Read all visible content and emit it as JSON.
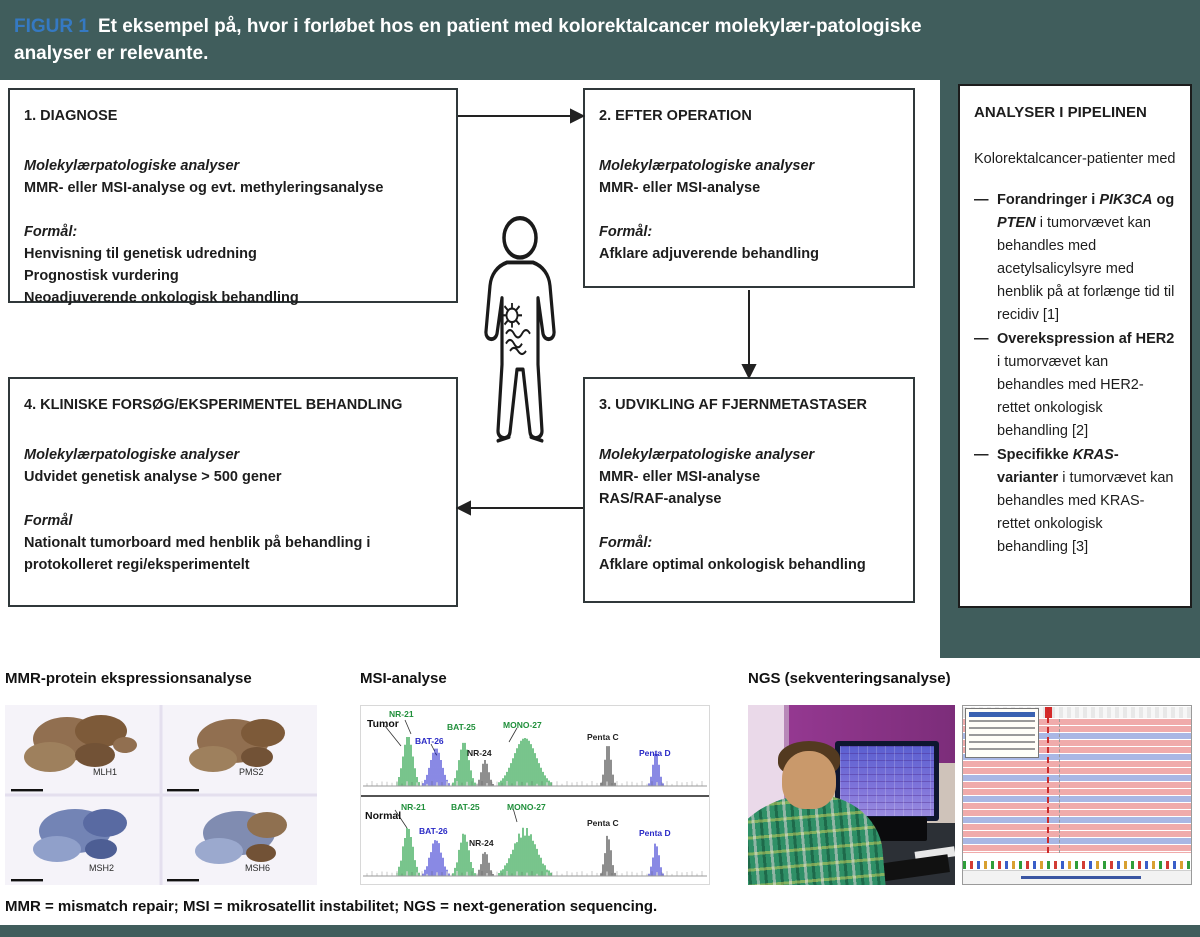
{
  "header": {
    "figure_label": "FIGUR 1",
    "title": "Et eksempel på, hvor i forløbet hos en patient med kolorektalcancer molekylær-patologiske analyser er relevante."
  },
  "colors": {
    "banner_background": "#405d5c",
    "figure_label_blue": "#3579c2",
    "box_border": "#30383a"
  },
  "boxes": {
    "box1": {
      "title": "1. DIAGNOSE",
      "analyses_label": "Molekylærpatologiske analyser",
      "analyses": [
        "MMR- eller MSI-analyse og evt. methyleringsanalyse"
      ],
      "purpose_label": "Formål:",
      "purposes": [
        "Henvisning til genetisk udredning",
        "Prognostisk vurdering",
        "Neoadjuverende onkologisk behandling"
      ]
    },
    "box2": {
      "title": "2. EFTER OPERATION",
      "analyses_label": "Molekylærpatologiske analyser",
      "analyses": [
        "MMR- eller MSI-analyse"
      ],
      "purpose_label": "Formål:",
      "purposes": [
        "Afklare adjuverende behandling"
      ]
    },
    "box3": {
      "title": "3. UDVIKLING AF FJERNMETASTASER",
      "analyses_label": "Molekylærpatologiske analyser",
      "analyses": [
        "MMR- eller MSI-analyse",
        "RAS/RAF-analyse"
      ],
      "purpose_label": "Formål:",
      "purposes": [
        "Afklare optimal onkologisk behandling"
      ]
    },
    "box4": {
      "title": "4. KLINISKE FORSØG/EKSPERIMENTEL BEHANDLING",
      "analyses_label": "Molekylærpatologiske analyser",
      "analyses": [
        "Udvidet genetisk analyse > 500 gener"
      ],
      "purpose_label": "Formål",
      "purposes": [
        "Nationalt tumorboard med henblik på behandling i protokolleret regi/eksperimentelt"
      ]
    }
  },
  "pipeline": {
    "title": "ANALYSER I PIPELINEN",
    "intro": "Kolorektalcancer-patienter med",
    "bullet_char": "—",
    "items": [
      {
        "segments": [
          {
            "text": "Forandringer i ",
            "style": "bold"
          },
          {
            "text": "PIK3CA",
            "style": "bold-italic"
          },
          {
            "text": " og ",
            "style": "bold"
          },
          {
            "text": "PTEN",
            "style": "bold-italic"
          },
          {
            "text": " i tumorvævet kan behandles med acetylsalicylsyre med henblik på at forlænge tid til recidiv [1]",
            "style": "normal"
          }
        ]
      },
      {
        "segments": [
          {
            "text": "Overekspression af HER2",
            "style": "bold"
          },
          {
            "text": " i tumorvævet kan behandles med HER2-rettet onkologisk behandling [2]",
            "style": "normal"
          }
        ]
      },
      {
        "segments": [
          {
            "text": "Specifikke ",
            "style": "bold"
          },
          {
            "text": "KRAS",
            "style": "bold-italic"
          },
          {
            "text": "-varianter",
            "style": "bold"
          },
          {
            "text": " i tumorvævet kan behandles med KRAS-rettet onkologisk behandling [3]",
            "style": "normal"
          }
        ]
      }
    ]
  },
  "bottom": {
    "mmr": {
      "label": "MMR-protein ekspressionsanalyse",
      "panels": [
        "MLH1",
        "PMS2",
        "MSH2",
        "MSH6"
      ]
    },
    "msi": {
      "label": "MSI-analyse",
      "rows": [
        "Tumor",
        "Normal"
      ],
      "markers": [
        "NR-21",
        "BAT-26",
        "BAT-25",
        "NR-24",
        "MONO-27",
        "Penta C",
        "Penta D"
      ]
    },
    "ngs": {
      "label": "NGS (sekventeringsanalyse)"
    },
    "caption": "MMR = mismatch repair; MSI = mikrosatellit instabilitet; NGS = next-generation sequencing."
  }
}
